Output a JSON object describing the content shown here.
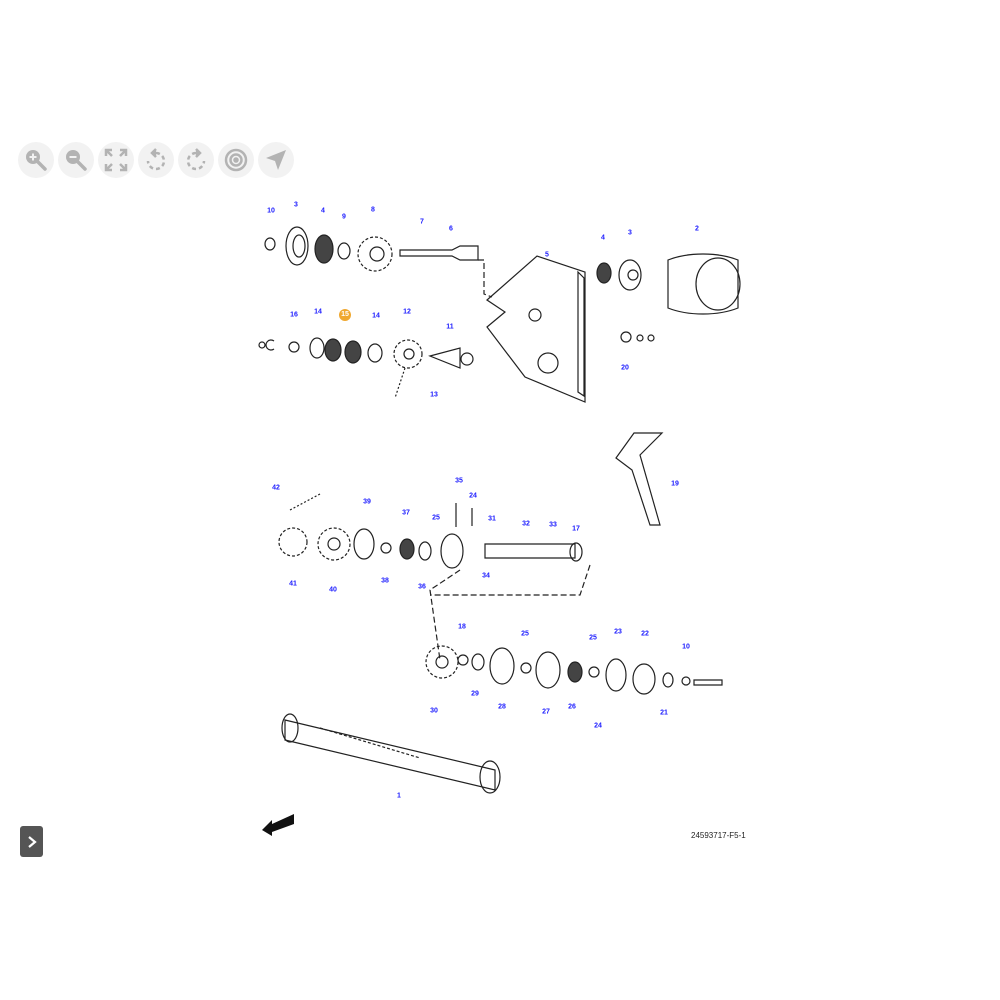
{
  "toolbar": {
    "buttons": [
      {
        "name": "zoom-in",
        "icon": "zoom-in-icon"
      },
      {
        "name": "zoom-out",
        "icon": "zoom-out-icon"
      },
      {
        "name": "fit-screen",
        "icon": "expand-icon"
      },
      {
        "name": "rotate-left",
        "icon": "rotate-left-icon"
      },
      {
        "name": "rotate-right",
        "icon": "rotate-right-icon"
      },
      {
        "name": "target",
        "icon": "target-icon"
      },
      {
        "name": "navigate",
        "icon": "navigation-arrow-icon"
      }
    ]
  },
  "diagram": {
    "drawing_code": "24593717-F5-1",
    "highlighted_callout": "15",
    "callouts": [
      "10",
      "3",
      "4",
      "9",
      "8",
      "7",
      "6",
      "5",
      "4",
      "3",
      "2",
      "16",
      "14",
      "15",
      "14",
      "12",
      "11",
      "13",
      "20",
      "19",
      "42",
      "39",
      "35",
      "24",
      "37",
      "25",
      "31",
      "32",
      "33",
      "17",
      "41",
      "40",
      "38",
      "36",
      "34",
      "18",
      "25",
      "25",
      "23",
      "22",
      "10",
      "29",
      "28",
      "27",
      "26",
      "24",
      "21",
      "30",
      "1"
    ]
  },
  "colors": {
    "callout": "#1a1aff",
    "highlight": "#f0a830",
    "icon": "#b3b3b3"
  }
}
